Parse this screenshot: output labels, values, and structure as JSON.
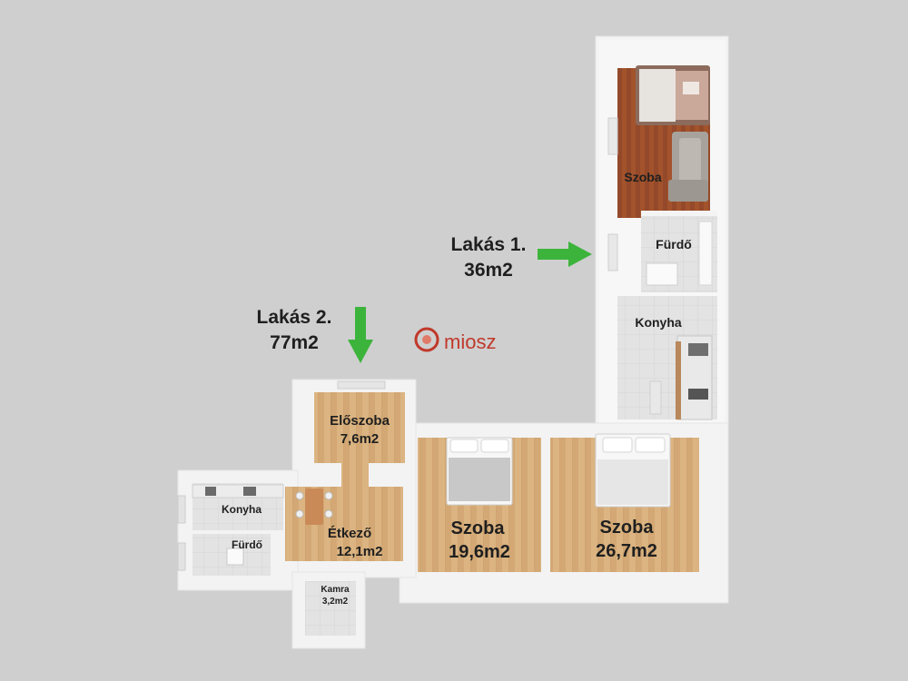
{
  "apartments": [
    {
      "title": "Lakás 1.",
      "area": "36m2"
    },
    {
      "title": "Lakás 2.",
      "area": "77m2"
    }
  ],
  "rooms": {
    "l1_szoba": "Szoba",
    "l1_furdo": "Fürdő",
    "l1_konyha": "Konyha",
    "eloszoba": "Előszoba",
    "eloszoba_area": "7,6m2",
    "etkezo": "Étkező",
    "etkezo_area": "12,1m2",
    "l2_konyha": "Konyha",
    "l2_furdo": "Fürdő",
    "kamra": "Kamra",
    "kamra_area": "3,2m2",
    "szoba_mid": "Szoba",
    "szoba_mid_area": "19,6m2",
    "szoba_right": "Szoba",
    "szoba_right_area": "26,7m2"
  },
  "watermark": "miosz",
  "colors": {
    "background": "#cfcfcf",
    "wall": "#f3f3f3",
    "wood": "#d9b17e",
    "dark_wood": "#a0502a",
    "tile": "#e1e1e1",
    "arrow": "#3cb43c",
    "watermark": "#c0392b"
  }
}
